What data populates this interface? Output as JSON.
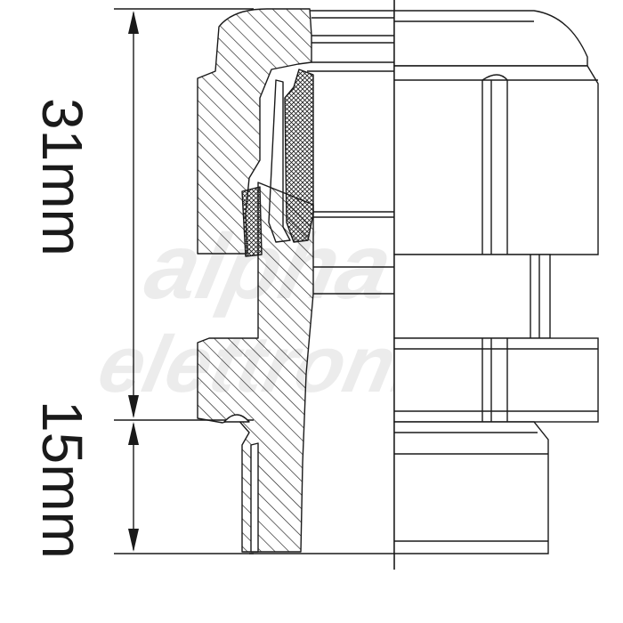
{
  "watermark": {
    "line1": "alpha",
    "line2": "elettronica"
  },
  "dimensions": [
    {
      "id": "upper",
      "label": "31mm",
      "value": 31,
      "unit": "mm"
    },
    {
      "id": "lower",
      "label": "15mm",
      "value": 15,
      "unit": "mm"
    }
  ],
  "colors": {
    "line": "#1a1a1a",
    "hatch": "#1a1a1a",
    "watermark": "#ececec",
    "background": "#ffffff"
  }
}
